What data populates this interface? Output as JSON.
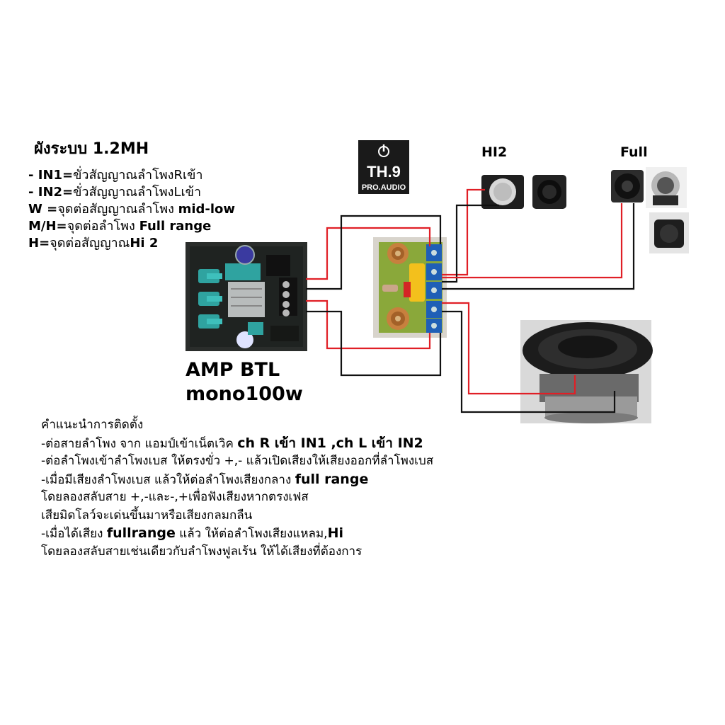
{
  "title": "ผังระบบ 1.2MH",
  "legend": [
    {
      "pre": "- ",
      "key": "IN1=",
      "text": "ขั่วสัญญาณลำโพงRเข้า",
      "tail": ""
    },
    {
      "pre": "- ",
      "key": "IN2=",
      "text": "ขั่วสัญญาณลำโพงLเข้า",
      "tail": ""
    },
    {
      "pre": "",
      "key": "W =",
      "text": "จุดต่อสัญญาณลำโพง ",
      "tail": "mid-low"
    },
    {
      "pre": "",
      "key": "M/H=",
      "text": "จุดต่อลำโพง ",
      "tail": "Full range"
    },
    {
      "pre": "",
      "key": "H=",
      "text": "จุดต่อสัญญาณ",
      "tail": "Hi 2"
    }
  ],
  "logo": {
    "main": "TH.9",
    "sub": "PRO.AUDIO"
  },
  "labels": {
    "hi2": "HI2",
    "full": "Full"
  },
  "amp_label": [
    "AMP BTL",
    "mono100w"
  ],
  "notes": [
    {
      "text": "คำแนะนำการติดตั้ง",
      "bold": ""
    },
    {
      "text": "-ต่อสายลำโพง จาก แอมป์เข้าเน็ตเวิค ",
      "bold": "ch R เข้า IN1 ,ch L เข้า IN2"
    },
    {
      "text": "-ต่อลำโพงเข้าลำโพงเบส ให้ตรงขั่ว +,- แล้วเปิดเสียงให้เสียงออกที่ลำโพงเบส",
      "bold": ""
    },
    {
      "text": "-เมื่อมีเสียงลำโพงเบส แล้วให้ต่อลำโพงเสียงกลาง ",
      "bold": "full range"
    },
    {
      "text": "โดยลองสลับสาย +,-และ-,+เพื่อฟังเสียงหากตรงเฟส",
      "bold": ""
    },
    {
      "text": "เสียมิดโลว์จะเด่นขึ้นมาหรือเสียงกลมกลืน",
      "bold": ""
    },
    {
      "text": "-เมื่อได้เสียง ",
      "bold": "fullrange",
      "text2": " แล้ว ให้ต่อลำโพงเสียงแหลม,",
      "bold2": "Hi"
    },
    {
      "text": "โดยลองสลับสายเช่นเดียวกับลำโพงฟูลเร้น ให้ได้เสียงที่ต้องการ",
      "bold": ""
    }
  ],
  "colors": {
    "wire_red": "#e01f26",
    "wire_black": "#111111",
    "pcb_green": "#8aa83a",
    "logo_bg": "#1a1a1a"
  }
}
